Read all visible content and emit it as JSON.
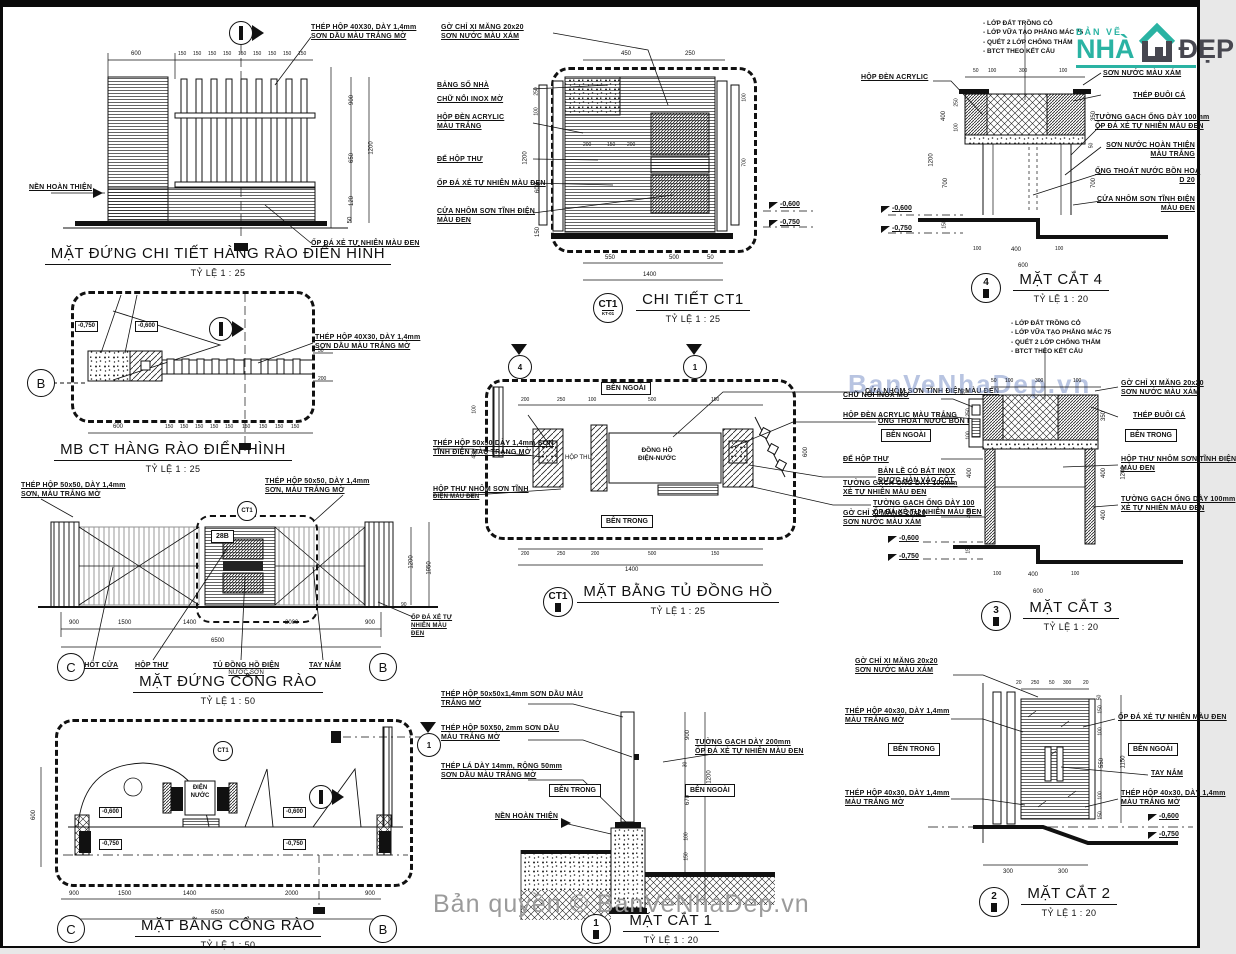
{
  "sheet": {
    "watermark_bottom": "Bản quyền © BanVeNhaDep.vn",
    "watermark_blue": "BanVeNhaDep.vn",
    "logo": {
      "top": "BẢN VẼ",
      "nha": "NHÀ",
      "dep": "ĐẸP"
    }
  },
  "notes": {
    "n1": "- LỚP ĐẤT TRỒNG CỎ",
    "n2": "- LỚP VỮA TẠO PHẲNG MÁC 75",
    "n3": "- QUÉT 2 LỚP CHỐNG THẤM",
    "n4": "- BTCT THEO KẾT CẤU"
  },
  "p1": {
    "title": "MẶT ĐỨNG CHI TIẾT HÀNG RÀO ĐIỂN HÌNH",
    "scale": "TỶ LỆ  1 : 25",
    "steel1": "THÉP HỘP 40X30, DÀY 1,4mm",
    "steel2": "SƠN DẦU MÀU TRẮNG MỜ",
    "ground": "NỀN HOÀN THIỆN",
    "stone": "ỐP ĐÁ XẺ TỰ NHIÊN MÀU ĐEN",
    "d600": "600",
    "d150": "150",
    "d900": "900",
    "d650": "650",
    "d1200": "1200",
    "d120": "120",
    "d50": "50"
  },
  "p2": {
    "title": "MB CT HÀNG RÀO ĐIỂN HÌNH",
    "scale": "TỶ LỆ  1 : 25",
    "steel1": "THÉP HỘP 40X30, DÀY 1,4mm",
    "steel2": "SƠN DẦU MÀU TRẮNG MỜ",
    "e1": "-0,750",
    "e2": "-0,600",
    "axis": "B",
    "d600": "600",
    "d150": "150",
    "d50": "50",
    "d200": "200"
  },
  "p3": {
    "title": "MẶT ĐỨNG CỔNG RÀO",
    "scale": "TỶ LỆ  1 : 50",
    "steelL1": "THÉP HỘP 50x50, DÀY 1,4mm",
    "steelL2": "SƠN, MÀU TRẮNG MỜ",
    "steelR1": "THÉP HỘP 50x50, DÀY 1,4mm",
    "steelR2": "SƠN, MÀU TRẮNG MỜ",
    "tag28b": "28B",
    "ref": "CT1",
    "chotcua": "CHỐT CỬA",
    "hopthu": "HỘP THƯ",
    "tudongho1": "TỦ ĐỒNG HỒ ĐIỆN",
    "tudongho2": "NƯỚC SƠN",
    "taynam": "TAY NẮM",
    "opda": "ỐP ĐÁ XẺ TỰ NHIÊN MÀU ĐEN",
    "axisC": "C",
    "axisB": "B",
    "dims": [
      "900",
      "1500",
      "1400",
      "2000",
      "900"
    ],
    "total": "6500",
    "d1200": "1200",
    "d1950": "1950",
    "d90": "90"
  },
  "p4": {
    "title": "MẶT BẰNG CỔNG RÀO",
    "scale": "TỶ LỆ  1 : 50",
    "e600": "-0,600",
    "e750": "-0,750",
    "dien": "ĐIỆN",
    "nuoc": "NƯỚC",
    "ref": "CT1",
    "marker": "1",
    "axisC": "C",
    "axisB": "B",
    "d600": "600",
    "dims": [
      "900",
      "1500",
      "1400",
      "2000",
      "900"
    ],
    "total": "6500"
  },
  "p5": {
    "badge": "CT1",
    "badge_sub": "KT-01",
    "title": "CHI TIẾT CT1",
    "scale": "TỶ LỆ  1 : 25",
    "gochi1": "GỜ CHỈ XI MĂNG 20x20",
    "gochi2": "SƠN NƯỚC MÀU XÁM",
    "bangso": "BẢNG SỐ NHÀ",
    "chunoi": "CHỮ NỔI INOX MỜ",
    "hopden1": "HỘP ĐÈN ACRYLIC",
    "hopden2": "MÀU TRẮNG",
    "dehopthu": "ĐẾ HỘP THƯ",
    "opda": "ỐP ĐÁ XẺ TỰ NHIÊN MÀU ĐEN",
    "cua1": "CỬA NHÔM SƠN TĨNH ĐIỆN",
    "cua2": "MÀU ĐEN",
    "e600": "-0,600",
    "e750": "-0,750",
    "dt450": "450",
    "dt250": "250",
    "dl1200": "1200",
    "dl600": "600",
    "dl250": "250",
    "dl100": "100",
    "dl150": "150",
    "di200": "200",
    "di150": "150",
    "dr100": "100",
    "dr700": "700",
    "db550": "550",
    "db500": "500",
    "db50": "50",
    "db1400": "1400"
  },
  "p6": {
    "badge": "CT1",
    "title": "MẶT BẰNG TỦ ĐỒNG HỒ",
    "scale": "TỶ LỆ  1 : 25",
    "m4": "4",
    "m1": "1",
    "benngoai": "BÊN NGOÀI",
    "bentrong": "BÊN TRONG",
    "hopthu": "HỘP THƯ",
    "dongho1": "ĐỒNG HỒ",
    "dongho2": "ĐIỆN-NƯỚC",
    "thep1": "THÉP HỘP 50x50 DÀY 1,4mm SƠN",
    "thep2": "TĨNH ĐIỆN MÀU TRẮNG MỜ",
    "hopthunhom1": "HỘP THƯ NHÔM SƠN TĨNH",
    "hopthunhom2": "ĐIỆN MÀU ĐEN",
    "cua": "CỬA NHÔM SƠN TĨNH ĐIỆN MÀU ĐEN",
    "ong": "ỐNG THOÁT NƯỚC BỒN HOA",
    "banle1": "BẢN LỀ CÓ BÁT INOX",
    "banle2": "ĐƯỢC HÀN VÀO CỘT",
    "tuong1": "TƯỜNG GẠCH ỐNG DÀY 100",
    "tuong2": "ỐP ĐÁ XẺ TỰ NHIÊN MÀU ĐEN",
    "dt": [
      "200",
      "250",
      "100",
      "500",
      "150"
    ],
    "db": [
      "200",
      "250",
      "200",
      "500",
      "150"
    ],
    "total": "1400",
    "dl100": "100",
    "dl450": "450",
    "dl50": "50",
    "dr600": "600"
  },
  "p7": {
    "badge": "1",
    "title": "MẶT CẮT 1",
    "scale": "TỶ LỆ  1 : 20",
    "c1a": "THÉP HỘP 50x50x1,4mm SƠN DẦU MÀU",
    "c1b": "TRẮNG MỜ",
    "c2a": "THÉP HỘP 50X50, 2mm SƠN DẦU",
    "c2b": "MÀU TRẮNG MỜ",
    "bentrong": "BÊN TRONG",
    "benngoai": "BÊN NGOÀI",
    "c5a": "THÉP LÁ DÀY 14mm, RỘNG 50mm",
    "c5b": "SƠN DẦU MÀU TRẮNG MỜ",
    "nen": "NỀN HOÀN THIỆN",
    "c7a": "TƯỜNG GẠCH DÀY 200mm",
    "c7b": "ỐP ĐÁ XẺ TỰ NHIÊN MÀU ĐEN",
    "d900": "900",
    "d30": "30",
    "d670": "670",
    "d1200": "1200",
    "d100": "100",
    "d150": "150"
  },
  "p8": {
    "badge": "4",
    "title": "MẶT CẮT 4",
    "scale": "TỶ LỆ  1 : 20",
    "hopden": "HỘP ĐÈN ACRYLIC",
    "r1": "SƠN NƯỚC MÀU XÁM",
    "r2": "THÉP ĐUÔI CÁ",
    "r3a": "TƯỜNG GẠCH ỐNG DÀY 100mm",
    "r3b": "ỐP ĐÁ XẺ TỰ NHIÊN MÀU ĐEN",
    "r4a": "SƠN NƯỚC HOÀN THIỆN",
    "r4b": "MÀU TRẮNG",
    "r5a": "ỐNG THOÁT NƯỚC BỒN HOA",
    "r5b": "D 20",
    "r6a": "CỬA NHÔM SƠN TĨNH ĐIỆN",
    "r6b": "MÀU ĐEN",
    "e600": "-0,600",
    "e750": "-0,750",
    "dt": [
      "50",
      "100",
      "300",
      "100"
    ],
    "dl250": "250",
    "dl400": "400",
    "dl100": "100",
    "dl1200": "1200",
    "dl700": "700",
    "dl150": "150",
    "dr350": "350",
    "dr700": "700",
    "dr50": "50",
    "db": [
      "100",
      "400",
      "100"
    ],
    "db600": "600"
  },
  "p9": {
    "badge": "3",
    "title": "MẶT CẮT 3",
    "scale": "TỶ LỆ  1 : 20",
    "l1": "CHỮ NỔI INOX MỜ",
    "l2": "HỘP ĐÈN ACRYLIC MÀU TRẮNG",
    "l3": "BÊN NGOÀI",
    "l4": "ĐẾ HỘP THƯ",
    "l5a": "TƯỜNG GẠCH ỐNG DÀY 100mm",
    "l5b": "XẺ TỰ NHIÊN MÀU ĐEN",
    "l6a": "GỜ CHỈ XI MĂNG 20x20",
    "l6b": "SƠN NƯỚC MÀU XÁM",
    "e600": "-0,600",
    "e750": "-0,750",
    "r1a": "GỜ CHỈ XI MĂNG 20x20",
    "r1b": "SƠN NƯỚC MÀU XÁM",
    "r2": "THÉP ĐUÔI CÁ",
    "r3": "BÊN TRONG",
    "r4a": "HỘP THƯ NHÔM SƠN TĨNH ĐIỆN",
    "r4b": "MÀU ĐEN",
    "r5a": "TƯỜNG GẠCH ỐNG DÀY 100mm",
    "r5b": "XẺ TỰ NHIÊN MÀU ĐEN",
    "dt": [
      "50",
      "100",
      "300",
      "100"
    ],
    "dl": [
      "50",
      "250",
      "100",
      "400",
      "400",
      "150"
    ],
    "dr350": "350",
    "dr400a": "400",
    "dr1200": "1200",
    "dr400b": "400",
    "db": [
      "100",
      "400",
      "100"
    ],
    "db600": "600"
  },
  "p10": {
    "badge": "2",
    "title": "MẶT CẮT 2",
    "scale": "TỶ LỆ  1 : 20",
    "gochi1": "GỜ CHỈ XI MĂNG 20x20",
    "gochi2": "SƠN NƯỚC MÀU XÁM",
    "l1a": "THÉP HỘP 40x30, DÀY 1,4mm",
    "l1b": "MÀU TRẮNG MỜ",
    "bentrong": "BÊN TRONG",
    "l3a": "THÉP HỘP 40x30, DÀY 1,4mm",
    "l3b": "MÀU TRẮNG MỜ",
    "r1": "ỐP ĐÁ XẺ TỰ NHIÊN MÀU ĐEN",
    "benngoai": "BÊN NGOÀI",
    "taynam": "TAY NẮM",
    "r4a": "THÉP HỘP 40x30, DÀY 1,4mm",
    "r4b": "MÀU TRẮNG MỜ",
    "e600": "-0,600",
    "e750": "-0,750",
    "dt": [
      "20",
      "250",
      "50",
      "300",
      "20"
    ],
    "dr": [
      "150",
      "100",
      "550",
      "100",
      "150"
    ],
    "dr1150": "1150",
    "dr50": "50",
    "db300a": "300",
    "db300b": "300"
  }
}
